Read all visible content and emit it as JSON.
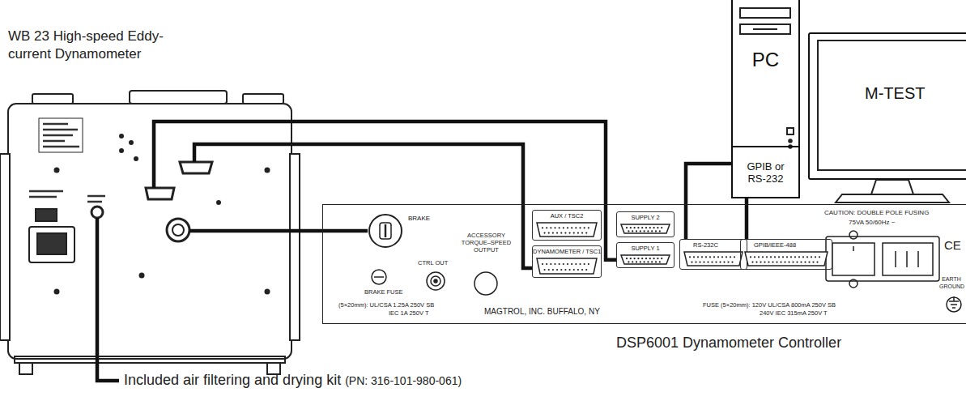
{
  "diagram": {
    "nodes": [
      {
        "text": [
          "WB 23 High-speed Eddy-current Dynamometer"
        ]
      },
      {
        "text": [
          "PC"
        ]
      },
      {
        "text": [
          "GPIB or RS-232"
        ],
        "in": 1
      },
      {
        "text": [
          "M-TEST"
        ]
      },
      {
        "text": [
          "DSP6001 Dynamometer Controller"
        ]
      },
      {
        "text": [
          "BRAKE"
        ],
        "in": 4
      },
      {
        "text": [
          "AUX / TSC2"
        ],
        "in": 4
      },
      {
        "text": [
          "DYNAMOMETER / TSC1"
        ],
        "in": 4
      },
      {
        "text": [
          "SUPPLY 2"
        ],
        "in": 4
      },
      {
        "text": [
          "SUPPLY 1"
        ],
        "in": 4
      },
      {
        "text": [
          "RS-232C"
        ],
        "in": 4
      },
      {
        "text": [
          "GPIB/IEEE-488"
        ],
        "in": 4
      }
    ],
    "edges": [
      {
        "from": 0,
        "to": 9,
        "arrow": "none"
      },
      {
        "from": 0,
        "to": 7,
        "arrow": "none"
      },
      {
        "from": 0,
        "to": 5,
        "arrow": "none"
      },
      {
        "from": 2,
        "to": 10,
        "arrow": "none"
      },
      {
        "from": 2,
        "to": 11,
        "arrow": "none"
      }
    ],
    "labels": [
      "BRAKE FUSE",
      "CTRL OUT",
      "ACCESSORY TORQUE–SPEED OUTPUT",
      "(5×20mm): UL/CSA 1.25A 250V SB",
      "IEC 1A 250V T",
      "MAGTROL, INC. BUFFALO, NY",
      "CAUTION: DOUBLE POLE FUSING",
      "75VA 50/60Hz ~",
      "CE",
      "EARTH GROUND",
      "FUSE (5×20mm): 120V UL/CSA 800mA 250V SB",
      "240V IEC 315mA 250V T",
      "Included air filtering and drying kit",
      "(PN: 316-101-980-061)"
    ]
  }
}
